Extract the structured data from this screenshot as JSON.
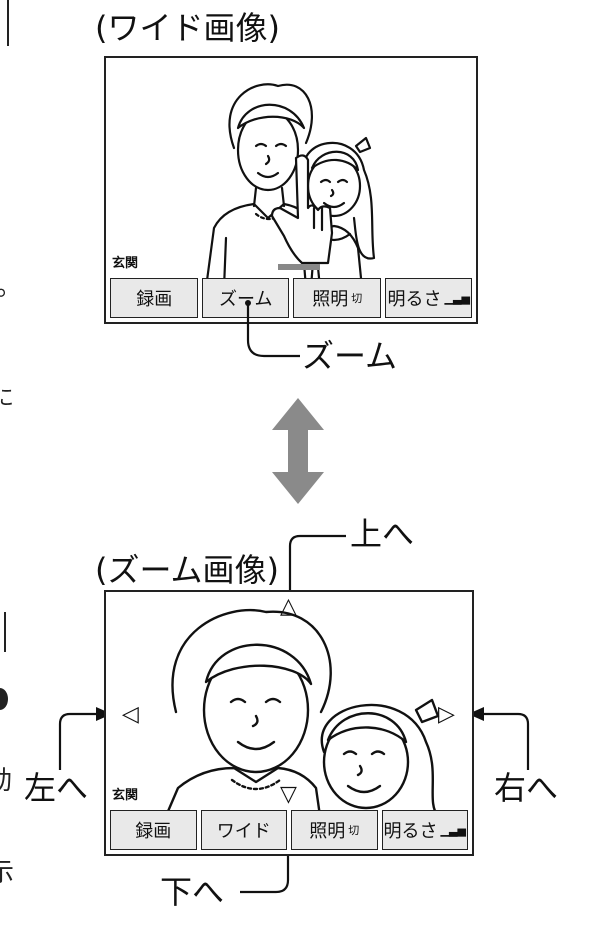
{
  "wide": {
    "caption": "(ワイド画像)",
    "location": "玄関",
    "buttons": [
      "録画",
      "ズーム",
      "照明",
      "明るさ"
    ],
    "light_state": "切",
    "callout": "ズーム"
  },
  "zoom": {
    "caption": "(ズーム画像)",
    "location": "玄関",
    "buttons": [
      "録画",
      "ワイド",
      "照明",
      "明るさ"
    ],
    "light_state": "切",
    "up": "上へ",
    "down": "下へ",
    "left": "左へ",
    "right": "右へ"
  },
  "margin_glyphs": [
    "。",
    "に",
    "動",
    "示"
  ]
}
